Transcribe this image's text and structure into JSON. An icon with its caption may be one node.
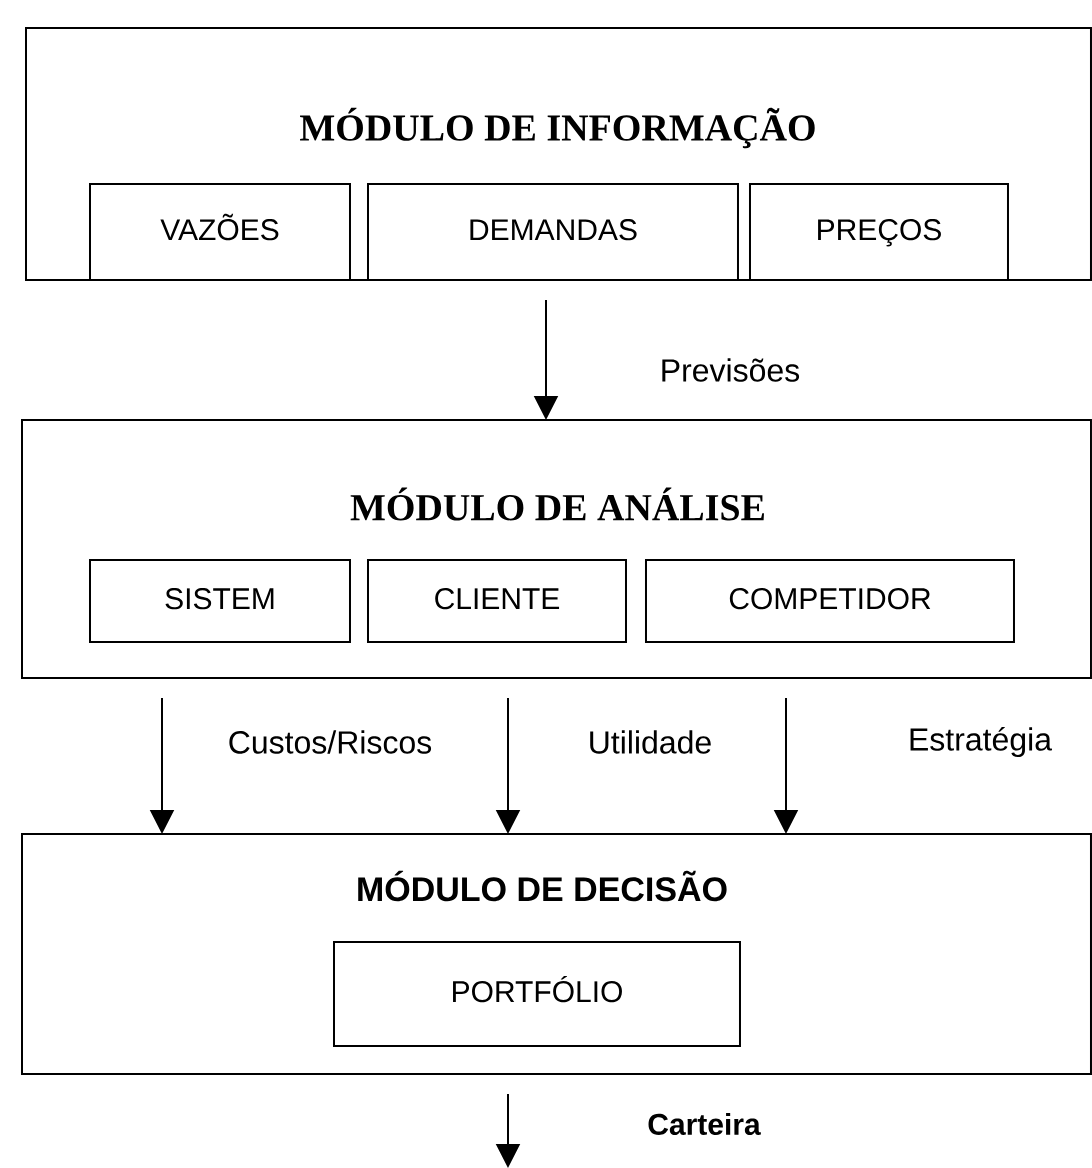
{
  "diagram": {
    "nodes": [
      {
        "text": [
          "MÓDULO DE INFORMAÇÃO"
        ]
      },
      {
        "text": [
          "VAZÕES"
        ],
        "in": 0
      },
      {
        "text": [
          "DEMANDAS"
        ],
        "in": 0
      },
      {
        "text": [
          "PREÇOS"
        ],
        "in": 0
      },
      {
        "text": [
          "MÓDULO DE ANÁLISE"
        ]
      },
      {
        "text": [
          "SISTEM"
        ],
        "in": 4
      },
      {
        "text": [
          "CLIENTE"
        ],
        "in": 4
      },
      {
        "text": [
          "COMPETIDOR"
        ],
        "in": 4
      },
      {
        "text": [
          "MÓDULO DE DECISÃO"
        ]
      },
      {
        "text": [
          "PORTFÓLIO"
        ],
        "in": 8
      }
    ],
    "edges": [
      {
        "from": 0,
        "to": 4,
        "arrow": "to",
        "label": "Previsões"
      },
      {
        "from": 4,
        "to": 8,
        "arrow": "to",
        "label": "Custos/Riscos"
      },
      {
        "from": 4,
        "to": 8,
        "arrow": "to",
        "label": "Utilidade"
      },
      {
        "from": 4,
        "to": 8,
        "arrow": "to",
        "label": "Estratégia"
      },
      {
        "from": 8,
        "to": null,
        "arrow": "to",
        "label": "Carteira"
      }
    ]
  }
}
